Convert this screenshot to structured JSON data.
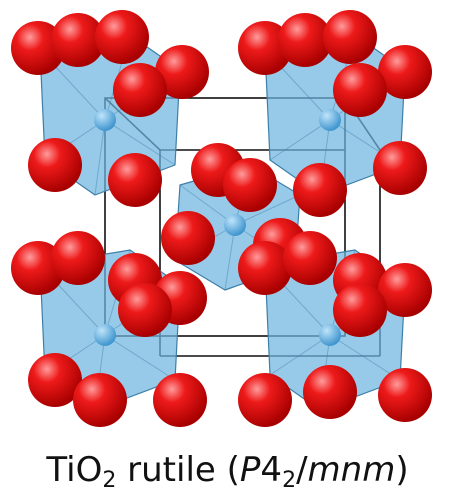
{
  "figure": {
    "caption_formula_main": "TiO",
    "caption_formula_sub": "2",
    "caption_mineral": "rutile",
    "caption_space_group_open": "(",
    "caption_space_group_p": "P",
    "caption_space_group_num": "4",
    "caption_space_group_sub": "2",
    "caption_space_group_slash": "/",
    "caption_space_group_rest": "mnm",
    "caption_space_group_close": ")"
  },
  "colors": {
    "oxygen": "#e00000",
    "oxygen_highlight": "#ff8a8a",
    "titanium": "#5aaee0",
    "octahedron_fill": "#6fb5e0",
    "octahedron_edge": "#3d7fa8",
    "cell_line": "#111111"
  }
}
